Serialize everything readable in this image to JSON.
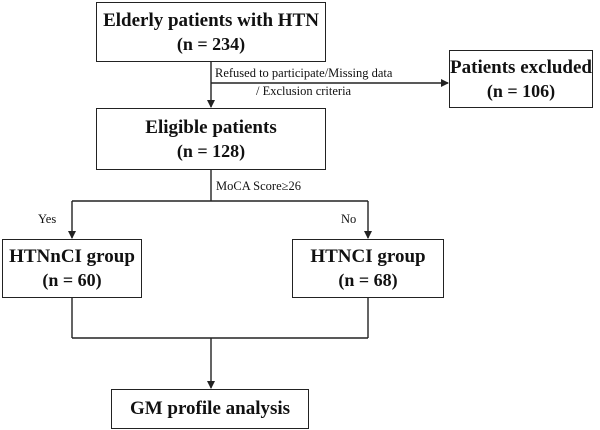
{
  "nodes": {
    "start": {
      "title": "Elderly patients with HTN",
      "count": "(n = 234)"
    },
    "excluded": {
      "title": "Patients excluded",
      "count": "(n = 106)"
    },
    "eligible": {
      "title": "Eligible patients",
      "count": "(n = 128)"
    },
    "htnnci": {
      "title": "HTNnCI group",
      "count": "(n = 60)"
    },
    "htnci": {
      "title": "HTNCI group",
      "count": "(n = 68)"
    },
    "analysis": {
      "title": "GM profile analysis"
    }
  },
  "edges": {
    "exclusion_line1": "Refused to participate/Missing data",
    "exclusion_line2": "/ Exclusion criteria",
    "moca": "MoCA Score≥26",
    "yes": "Yes",
    "no": "No"
  }
}
